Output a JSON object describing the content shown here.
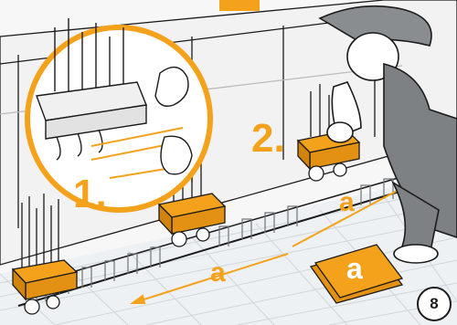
{
  "illustration": {
    "steps": [
      "1.",
      "2."
    ],
    "dimension_label": "a",
    "card_label": "a",
    "page_number": "8",
    "colors": {
      "accent": "#f4a21b",
      "line": "#1b1b1b",
      "floor": "#eef1f3",
      "wall": "#f2f2f2",
      "overalls": "#7d8184"
    }
  }
}
